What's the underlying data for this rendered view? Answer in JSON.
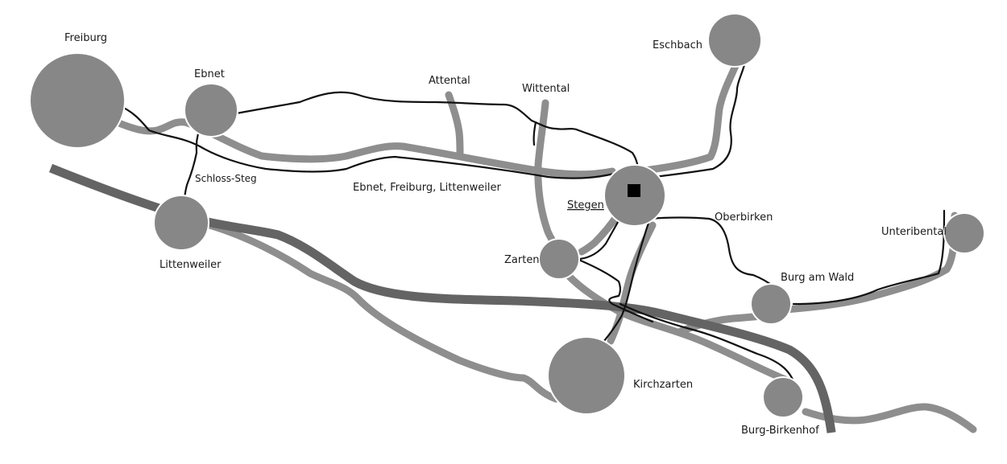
{
  "colors": {
    "town_fill": "#878787",
    "road": "#8e8e8e",
    "railway": "#646464",
    "route": "#111111",
    "marker": "#000000"
  },
  "map": {
    "places": {
      "freiburg": "Freiburg",
      "ebnet": "Ebnet",
      "attental": "Attental",
      "wittental": "Wittental",
      "eschbach": "Eschbach",
      "schloss_steg": "Schloss-Steg",
      "ebnet_freiburg_littenweiler": "Ebnet, Freiburg, Littenweiler",
      "stegen": "Stegen",
      "oberbirken": "Oberbirken",
      "unteribental": "Unteribental",
      "littenweiler": "Littenweiler",
      "zarten": "Zarten",
      "burg_am_wald": "Burg am Wald",
      "kirchzarten": "Kirchzarten",
      "burg_birkenhof": "Burg-Birkenhof"
    },
    "marker_icon": "square-marker-icon"
  }
}
